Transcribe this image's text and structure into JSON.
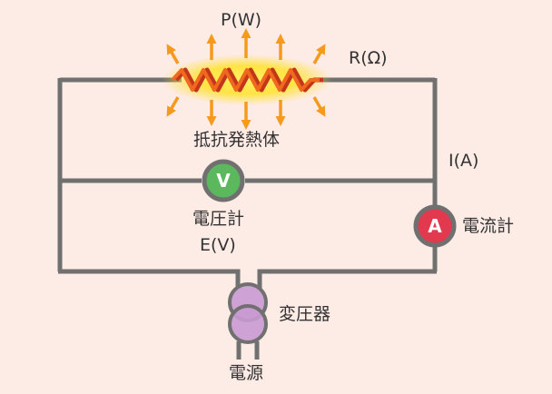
{
  "labels": {
    "power": "P(W)",
    "resistance": "R(Ω)",
    "heater": "抵抗発熱体",
    "current": "I(A)",
    "voltmeter": "電圧計",
    "voltage": "E(V)",
    "ammeter": "電流計",
    "transformer": "変圧器",
    "power_source": "電源"
  },
  "meters": {
    "voltmeter_symbol": "V",
    "ammeter_symbol": "A"
  },
  "colors": {
    "background": "#fdebe6",
    "wire": "#707070",
    "voltmeter": "#5bb85d",
    "ammeter": "#e2394f",
    "transformer": "#c99ad2",
    "heat_arrow": "#f59a1c",
    "resistor_zigzag": "#e0501e",
    "resistor_glow": "#ffe227"
  },
  "icons": {
    "heat_arrows": "heat-arrow-icon",
    "resistor": "resistor-zigzag-icon",
    "transformer": "transformer-coil-icon"
  }
}
